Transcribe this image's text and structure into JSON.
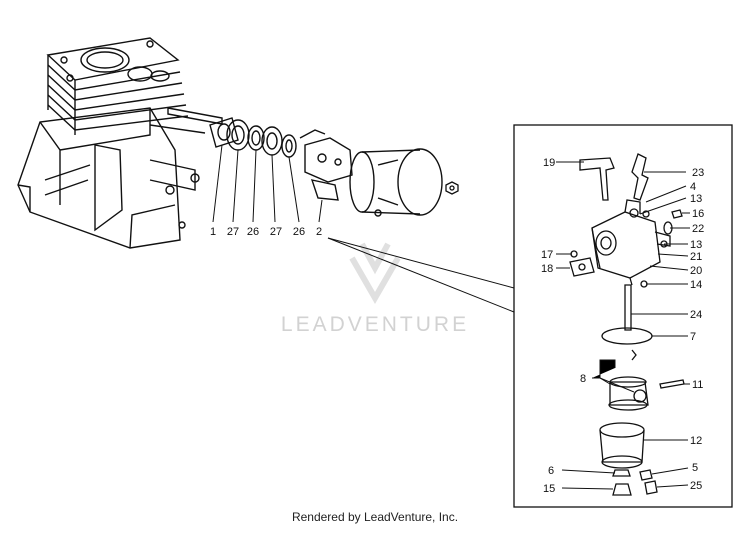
{
  "watermark": {
    "text": "LEADVENTURE"
  },
  "footer": {
    "text": "Rendered by LeadVenture, Inc."
  },
  "engine_labels": [
    "1",
    "27",
    "26",
    "27",
    "26",
    "2"
  ],
  "detail_labels": {
    "l19": "19",
    "l23": "23",
    "l4": "4",
    "l13a": "13",
    "l16": "16",
    "l22": "22",
    "l13b": "13",
    "l21": "21",
    "l20": "20",
    "l17": "17",
    "l18": "18",
    "l14": "14",
    "l24": "24",
    "l7": "7",
    "l8": "8",
    "l11": "11",
    "l12": "12",
    "l6": "6",
    "l5": "5",
    "l15": "15",
    "l25": "25"
  }
}
